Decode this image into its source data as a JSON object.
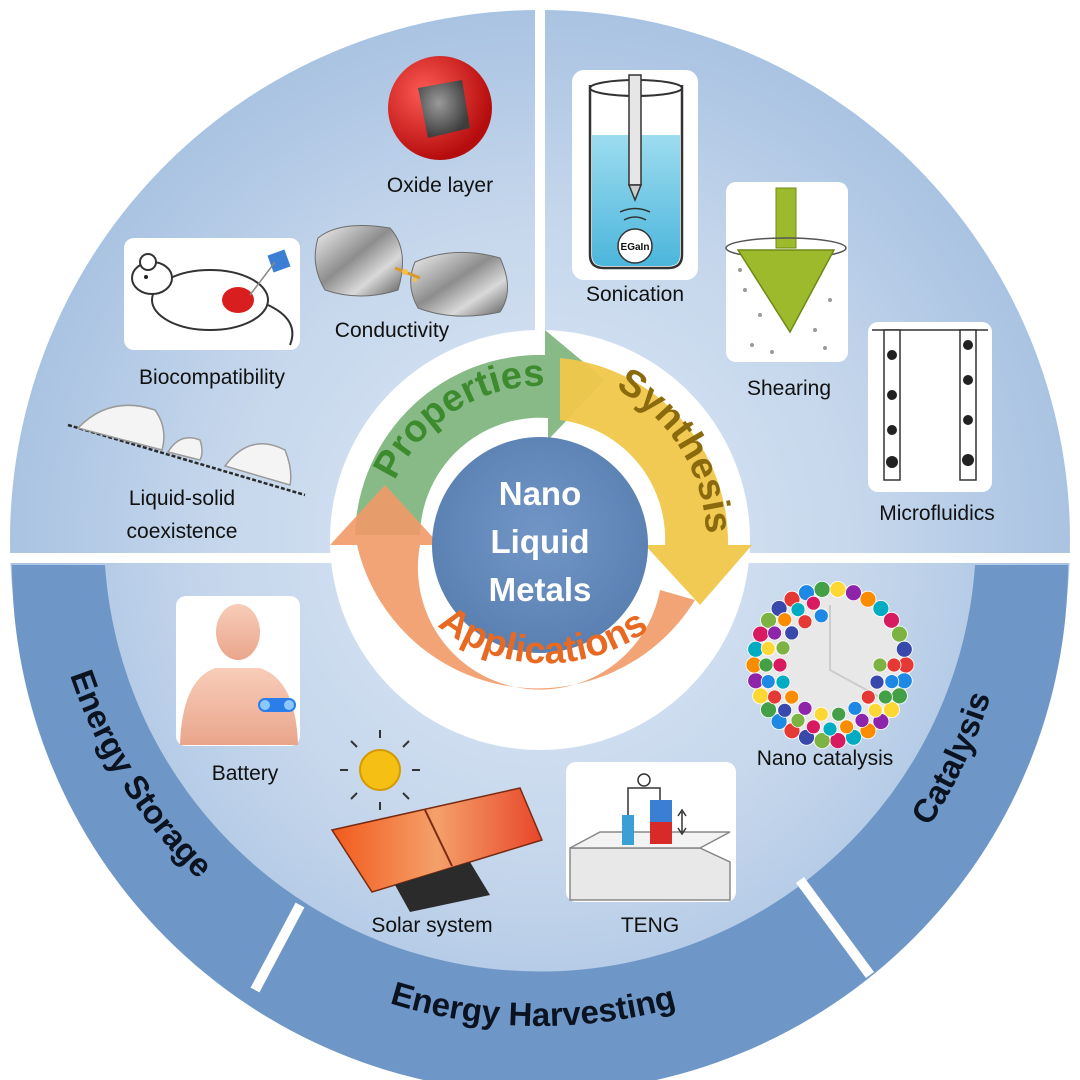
{
  "center": {
    "lines": [
      "Nano",
      "Liquid",
      "Metals"
    ]
  },
  "cycle": {
    "properties": "Properties",
    "synthesis": "Synthesis",
    "applications": "Applications"
  },
  "outer_ring": {
    "energy_storage": "Energy Storage",
    "energy_harvesting": "Energy Harvesting",
    "catalysis": "Catalysis"
  },
  "properties": {
    "oxide_layer": "Oxide layer",
    "conductivity": "Conductivity",
    "biocompatibility": "Biocompatibility",
    "liquid_solid": [
      "Liquid-solid",
      "coexistence"
    ]
  },
  "synthesis": {
    "sonication": "Sonication",
    "egain_tag": "EGaIn",
    "shearing": "Shearing",
    "microfluidics": "Microfluidics"
  },
  "applications": {
    "battery": "Battery",
    "solar_system": "Solar system",
    "teng": "TENG",
    "nano_catalysis": "Nano catalysis"
  },
  "colors": {
    "disc_light": "#c6d7ec",
    "disc_mid": "#a4bfe0",
    "ring_dark": "#6e97c8",
    "center": "#5f86b8",
    "properties_arrow": "#5fa05a",
    "synthesis_arrow": "#e7b116",
    "applications_arrow": "#ee7a3a",
    "properties_text": "#3d8a2f",
    "synthesis_text": "#8a6a0c",
    "applications_text": "#e86a22"
  }
}
